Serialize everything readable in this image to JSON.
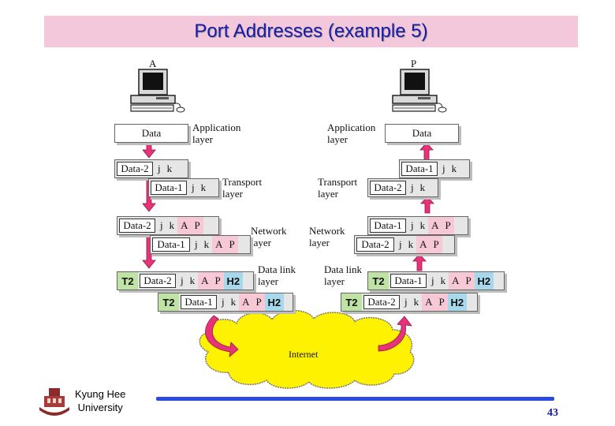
{
  "title": "Port Addresses (example 5)",
  "hosts": {
    "left": "A",
    "right": "P"
  },
  "layers": {
    "application": [
      "Application",
      "layer"
    ],
    "transport": [
      "Transport",
      "layer"
    ],
    "network": [
      "Network",
      "layer"
    ],
    "datalink": [
      "Data link",
      "layer"
    ]
  },
  "cloud_label": "Internet",
  "cells": {
    "data": "Data",
    "data1": "Data-1",
    "data2": "Data-2",
    "j": "j",
    "k": "k",
    "A": "A",
    "P": "P",
    "T2": "T2",
    "H2": "H2"
  },
  "footer": {
    "org_line1": "Kyung Hee",
    "org_line2": "University",
    "page": "43"
  },
  "colors": {
    "title_bg": "#f2c8da",
    "title_text": "#1a1aa8",
    "cloud": "#fff200",
    "arrow": "#e8327a",
    "t2": "#bfe3a5",
    "h2": "#a8d8ec",
    "ap": "#f7c9d6"
  }
}
